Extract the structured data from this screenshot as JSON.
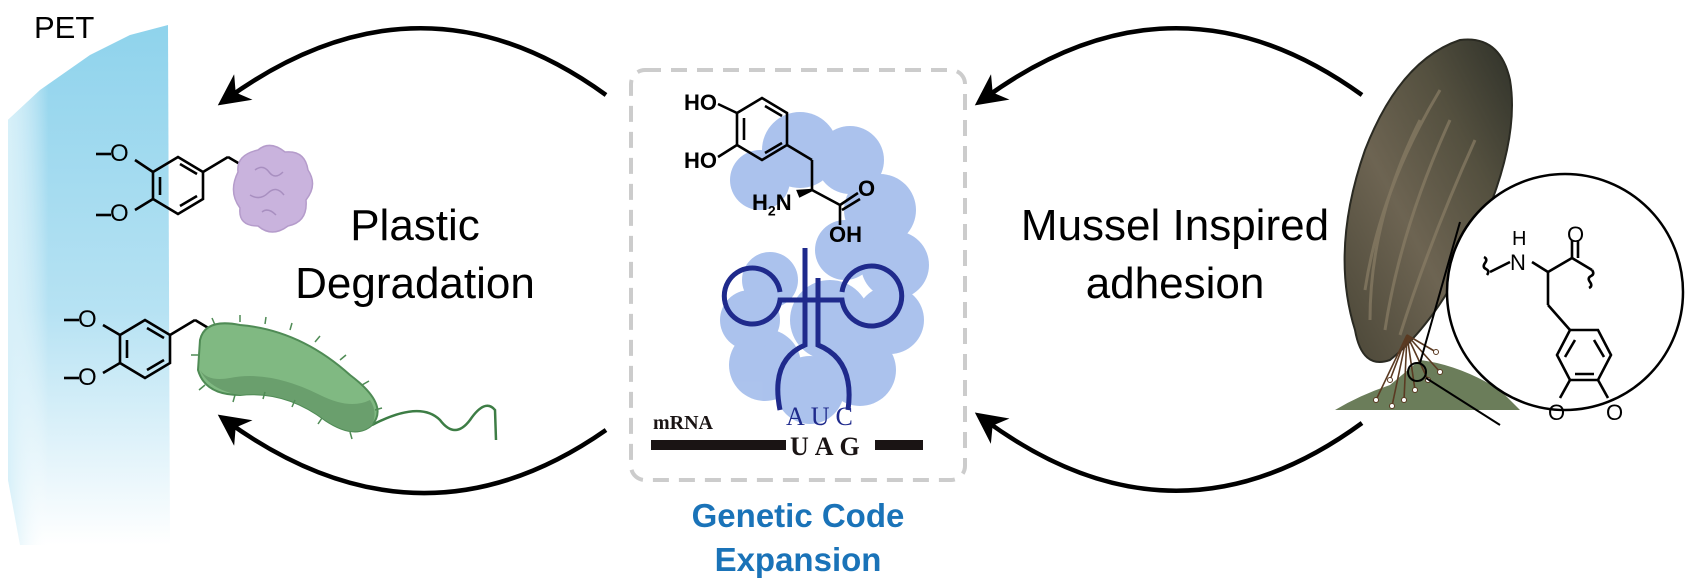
{
  "figure": {
    "pet_label": "PET",
    "left_label": {
      "line1": "Plastic",
      "line2": "Degradation"
    },
    "right_label": {
      "line1": "Mussel Inspired",
      "line2": "adhesion"
    },
    "center_caption": {
      "line1": "Genetic Code",
      "line2": "Expansion"
    },
    "center_box": {
      "molecule_labels": {
        "ho_top": "HO",
        "ho_bottom": "HO",
        "amine": "H2N",
        "carbonyl_o": "O",
        "hydroxyl": "OH"
      },
      "anticodon": "AUC",
      "codon": "UAG",
      "mrna_label": "mRNA"
    },
    "left_molecules": {
      "methoxy_label": "O"
    },
    "right_inset": {
      "amide_h": "H",
      "amide_n": "N",
      "carbonyl_o": "O",
      "ether_o_left": "O",
      "ether_o_right": "O"
    },
    "icons": [
      "pet-film-icon",
      "enzyme-icon",
      "bacterium-icon",
      "ribosome-icon",
      "trna-icon",
      "mussel-icon",
      "byssus-icon",
      "magnifier-inset-icon",
      "cycle-arrow-icon"
    ],
    "colors": {
      "pet_blue": "#8fd3ec",
      "enzyme_purple": "#c9b3dd",
      "bacterium_green": "#7fb97f",
      "ribosome_blue": "#9db8ea",
      "trna_navy": "#1f2a8c",
      "caption_blue": "#1a73b8",
      "mussel_dark": "#3d3a2e",
      "rock_green": "#6b7d5a",
      "dash_gray": "#cccccc"
    }
  }
}
